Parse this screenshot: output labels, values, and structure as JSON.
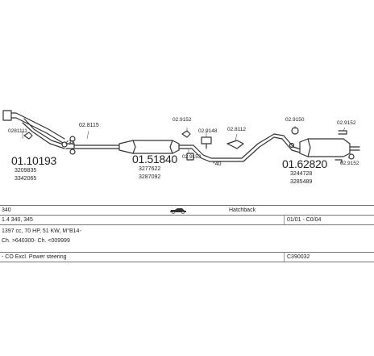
{
  "parts": {
    "p1_code": "0281111",
    "p1_main": "01.10193",
    "p1_ref1": "3209835",
    "p1_ref2": "3342065",
    "p2_code": "02.8115",
    "p2_mark": "*39",
    "p3_main": "01.51840",
    "p3_ref1": "3277622",
    "p3_ref2": "3287092",
    "p4_code": "02.9152",
    "p5_code": "02.9153",
    "p6_code": "02.9148",
    "p7_code": "02.8112",
    "p7_mark": "*40",
    "p8_code": "02.9150",
    "p9_code": "02.9152",
    "p10_main": "01.62820",
    "p10_ref1": "3244728",
    "p10_ref2": "3285489",
    "p11_code": "02.9152"
  },
  "table": {
    "row1_model": "340",
    "row1_body": "Hatchback",
    "row2_variant": "1.4 340, 345",
    "row2_date": "01/01 - C0/04",
    "row3_engine": "1397 cc, 70 HP, 51 KW, M°B14-",
    "row4_chassis": "Ch. >640300- Ch. <009999",
    "row5_options": "- CO Excl. Power steering",
    "row5_ref": "C390032"
  }
}
